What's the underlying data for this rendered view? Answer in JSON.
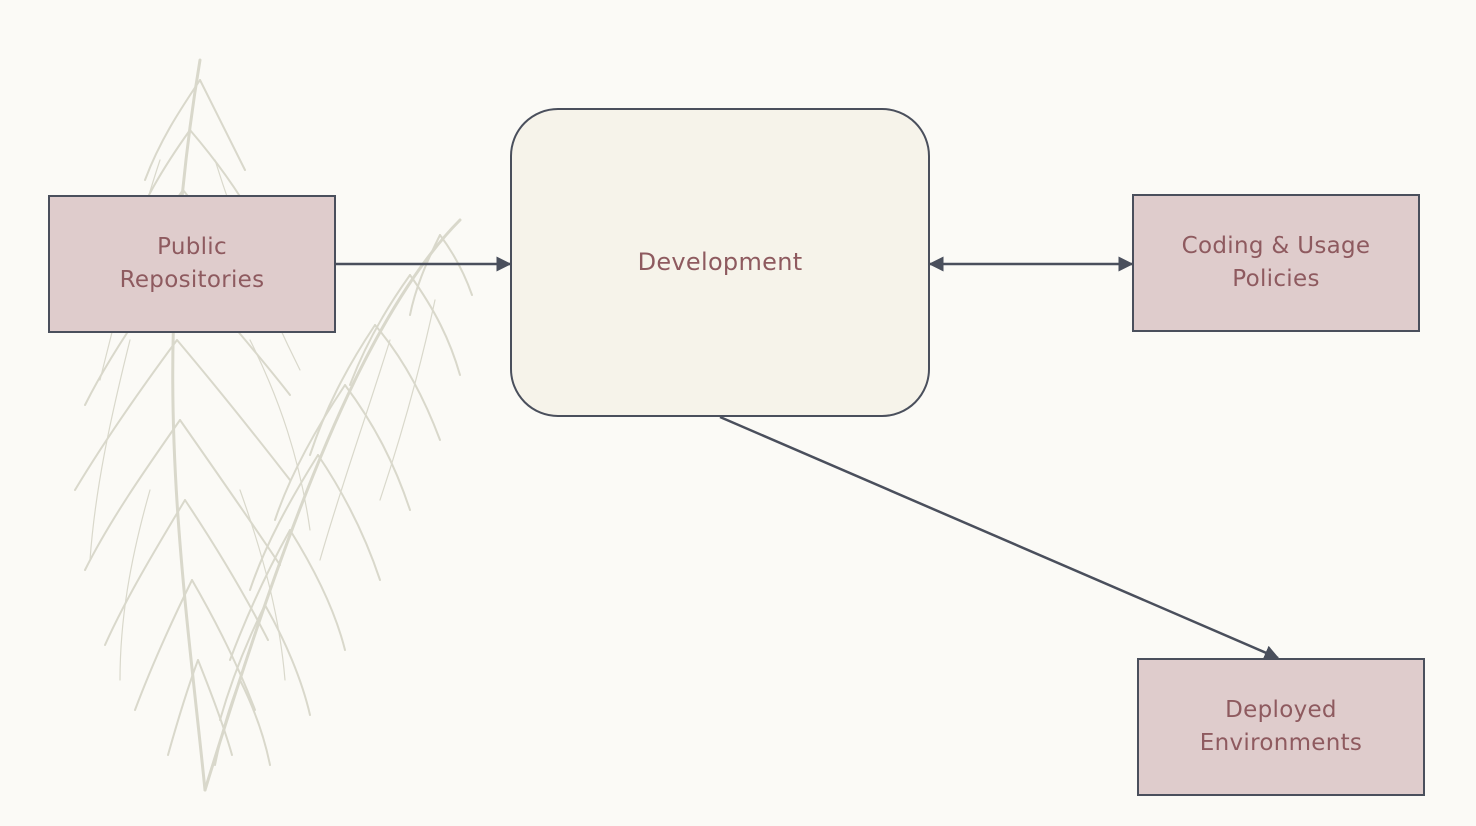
{
  "diagram": {
    "nodes": {
      "public_repositories": "Public\nRepositories",
      "development": "Development",
      "coding_usage_policies": "Coding & Usage\nPolicies",
      "deployed_environments": "Deployed\nEnvironments"
    },
    "edges": [
      {
        "from": "public_repositories",
        "to": "development",
        "direction": "one-way"
      },
      {
        "from": "development",
        "to": "coding_usage_policies",
        "direction": "two-way"
      },
      {
        "from": "development",
        "to": "deployed_environments",
        "direction": "one-way"
      }
    ],
    "decoration": "feather-illustration"
  },
  "colors": {
    "background": "#fbfaf6",
    "node_fill": "#dfcccc",
    "center_fill": "#f6f3ea",
    "border": "#4a4f5c",
    "text": "#8e5a5f",
    "feather": "#d9d8cb"
  }
}
